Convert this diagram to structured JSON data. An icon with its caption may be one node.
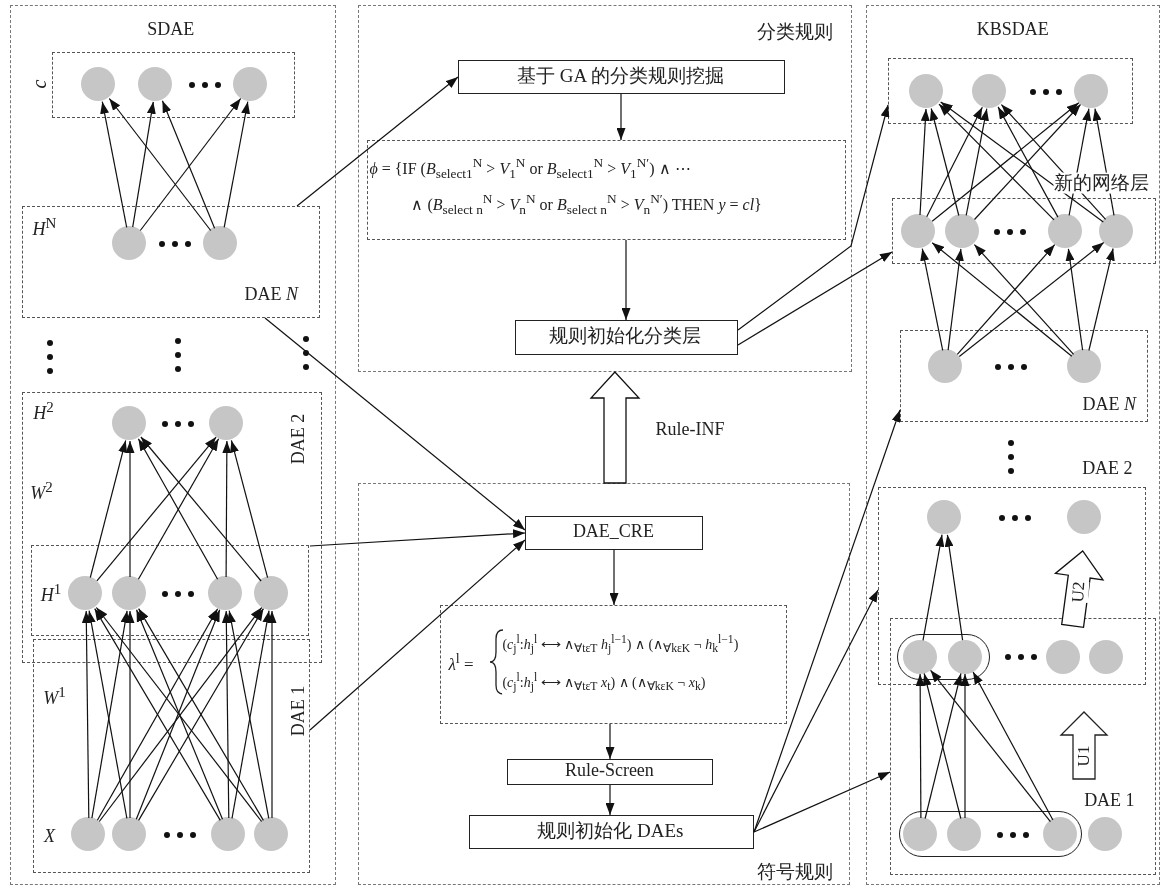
{
  "diagram": {
    "nodes": [
      {
        "text": [
          "SDAE"
        ]
      },
      {
        "text": [
          "c"
        ],
        "in": 0
      },
      {
        "text": [],
        "shape": "circle",
        "in": 1
      },
      {
        "text": [],
        "shape": "circle",
        "in": 1
      },
      {
        "text": [],
        "shape": "circle",
        "in": 1
      },
      {
        "text": [
          "*H*$^{N}$",
          "DAE *N*"
        ],
        "in": 0
      },
      {
        "text": [],
        "shape": "circle",
        "in": 5
      },
      {
        "text": [],
        "shape": "circle",
        "in": 5
      },
      {
        "text": [
          "*H*$^{2}$",
          "*W*$^{2}$",
          "DAE 2"
        ],
        "in": 0
      },
      {
        "text": [],
        "shape": "circle",
        "in": 8
      },
      {
        "text": [],
        "shape": "circle",
        "in": 8
      },
      {
        "text": [
          "*H*$^{1}$"
        ],
        "in": 8
      },
      {
        "text": [],
        "shape": "circle",
        "in": 11
      },
      {
        "text": [],
        "shape": "circle",
        "in": 11
      },
      {
        "text": [],
        "shape": "circle",
        "in": 11
      },
      {
        "text": [],
        "shape": "circle",
        "in": 11
      },
      {
        "text": [
          "*W*$^{1}$",
          "*X*",
          "DAE 1"
        ],
        "in": 0
      },
      {
        "text": [],
        "shape": "circle",
        "in": 16
      },
      {
        "text": [],
        "shape": "circle",
        "in": 16
      },
      {
        "text": [],
        "shape": "circle",
        "in": 16
      },
      {
        "text": [],
        "shape": "circle",
        "in": 16
      },
      {
        "text": [
          "分类规则"
        ]
      },
      {
        "text": [
          "基于 GA 的分类规则挖掘"
        ],
        "in": 21
      },
      {
        "text": [
          "*ϕ* = {IF (*B*$_{select1}$$^{N}$ > *V*$_{1}$$^{N}$ or *B*$_{select1}$$^{N}$ > *V*$_{1}$$^{N′}$) ∧ ⋯",
          "∧ (*B*$_{select n}$$^{N}$ > *V*$_{n}$$^{N}$ or *B*$_{select n}$$^{N}$ > *V*$_{n}$$^{N′}$) THEN *y* = *cl*}"
        ],
        "in": 21
      },
      {
        "text": [
          "规则初始化分类层"
        ],
        "in": 21
      },
      {
        "text": [
          "符号规则"
        ]
      },
      {
        "text": [
          "DAE_CRE"
        ],
        "in": 25
      },
      {
        "text": [
          "*λ*$^{l}$ =",
          "(*c*$_{j}$$^{l}$:*h*$_{j}$$^{l}$ ⟷ ∧$_{∀tεT}$ *h*$_{j}$$^{l−1}$) ∧ (∧$_{∀kεK}$ ¬ *h*$_{k}$$^{l−1}$)",
          "(*c*$_{j}$$^{l}$:*h*$_{j}$$^{l}$ ⟷ ∧$_{∀tεT}$ *x*$_{t}$) ∧ (∧$_{∀kεK}$ ¬ *x*$_{k}$)"
        ],
        "in": 25
      },
      {
        "text": [
          "Rule-Screen"
        ],
        "in": 25
      },
      {
        "text": [
          "规则初始化 DAEs"
        ],
        "in": 25
      },
      {
        "text": [
          "KBSDAE"
        ]
      },
      {
        "text": [],
        "shape": "box",
        "in": 30
      },
      {
        "text": [],
        "shape": "circle",
        "in": 31
      },
      {
        "text": [],
        "shape": "circle",
        "in": 31
      },
      {
        "text": [],
        "shape": "circle",
        "in": 31
      },
      {
        "text": [
          "新的网络层"
        ],
        "in": 30
      },
      {
        "text": [],
        "shape": "circle",
        "in": 35
      },
      {
        "text": [],
        "shape": "circle",
        "in": 35
      },
      {
        "text": [],
        "shape": "circle",
        "in": 35
      },
      {
        "text": [],
        "shape": "circle",
        "in": 35
      },
      {
        "text": [
          "DAE *N*"
        ],
        "in": 30
      },
      {
        "text": [],
        "shape": "circle",
        "in": 40
      },
      {
        "text": [],
        "shape": "circle",
        "in": 40
      },
      {
        "text": [
          "DAE 2"
        ],
        "in": 30
      },
      {
        "text": [],
        "shape": "circle",
        "in": 43
      },
      {
        "text": [],
        "shape": "circle",
        "in": 43
      },
      {
        "text": [
          "DAE 1"
        ],
        "in": 30
      },
      {
        "text": [],
        "shape": "capsule"
      },
      {
        "text": [],
        "shape": "circle",
        "in": 47
      },
      {
        "text": [],
        "shape": "circle",
        "in": 47
      },
      {
        "text": [],
        "shape": "circle"
      },
      {
        "text": [],
        "shape": "circle"
      },
      {
        "text": [],
        "shape": "capsule",
        "in": 46
      },
      {
        "text": [],
        "shape": "circle",
        "in": 52
      },
      {
        "text": [],
        "shape": "circle",
        "in": 52
      },
      {
        "text": [],
        "shape": "circle",
        "in": 52
      },
      {
        "text": [],
        "shape": "circle",
        "in": 46
      }
    ],
    "edges": [
      {
        "from": 5,
        "to": 22,
        "arrow": "to"
      },
      {
        "from": 5,
        "to": 26,
        "arrow": "to"
      },
      {
        "from": 11,
        "to": 26,
        "arrow": "to"
      },
      {
        "from": 16,
        "to": 26,
        "arrow": "to"
      },
      {
        "from": 22,
        "to": 23,
        "arrow": "to"
      },
      {
        "from": 23,
        "to": 24,
        "arrow": "to"
      },
      {
        "from": 24,
        "to": 31,
        "arrow": "to"
      },
      {
        "from": 24,
        "to": 35,
        "arrow": "to"
      },
      {
        "from": 25,
        "to": 21,
        "arrow": "to",
        "style": "thick",
        "label": "Rule-INF"
      },
      {
        "from": 26,
        "to": 27,
        "arrow": "to"
      },
      {
        "from": 27,
        "to": 28,
        "arrow": "to"
      },
      {
        "from": 28,
        "to": 29,
        "arrow": "to"
      },
      {
        "from": 29,
        "to": 40,
        "arrow": "to"
      },
      {
        "from": 29,
        "to": 43,
        "arrow": "to"
      },
      {
        "from": 29,
        "to": 46,
        "arrow": "to"
      },
      {
        "from": 6,
        "to": 2,
        "arrow": "to"
      },
      {
        "from": 6,
        "to": 3,
        "arrow": "to"
      },
      {
        "from": 6,
        "to": 4,
        "arrow": "to"
      },
      {
        "from": 7,
        "to": 2,
        "arrow": "to"
      },
      {
        "from": 7,
        "to": 3,
        "arrow": "to"
      },
      {
        "from": 7,
        "to": 4,
        "arrow": "to"
      },
      {
        "from": 12,
        "to": 9,
        "arrow": "to"
      },
      {
        "from": 12,
        "to": 10,
        "arrow": "to"
      },
      {
        "from": 13,
        "to": 9,
        "arrow": "to"
      },
      {
        "from": 13,
        "to": 10,
        "arrow": "to"
      },
      {
        "from": 14,
        "to": 9,
        "arrow": "to"
      },
      {
        "from": 14,
        "to": 10,
        "arrow": "to"
      },
      {
        "from": 15,
        "to": 9,
        "arrow": "to"
      },
      {
        "from": 15,
        "to": 10,
        "arrow": "to"
      },
      {
        "from": 17,
        "to": 12,
        "arrow": "to"
      },
      {
        "from": 17,
        "to": 13,
        "arrow": "to"
      },
      {
        "from": 17,
        "to": 14,
        "arrow": "to"
      },
      {
        "from": 17,
        "to": 15,
        "arrow": "to"
      },
      {
        "from": 18,
        "to": 12,
        "arrow": "to"
      },
      {
        "from": 18,
        "to": 13,
        "arrow": "to"
      },
      {
        "from": 18,
        "to": 14,
        "arrow": "to"
      },
      {
        "from": 18,
        "to": 15,
        "arrow": "to"
      },
      {
        "from": 19,
        "to": 12,
        "arrow": "to"
      },
      {
        "from": 19,
        "to": 13,
        "arrow": "to"
      },
      {
        "from": 19,
        "to": 14,
        "arrow": "to"
      },
      {
        "from": 19,
        "to": 15,
        "arrow": "to"
      },
      {
        "from": 20,
        "to": 12,
        "arrow": "to"
      },
      {
        "from": 20,
        "to": 13,
        "arrow": "to"
      },
      {
        "from": 20,
        "to": 14,
        "arrow": "to"
      },
      {
        "from": 20,
        "to": 15,
        "arrow": "to"
      },
      {
        "from": 36,
        "to": 32,
        "arrow": "to"
      },
      {
        "from": 36,
        "to": 33,
        "arrow": "to"
      },
      {
        "from": 36,
        "to": 34,
        "arrow": "to"
      },
      {
        "from": 37,
        "to": 32,
        "arrow": "to"
      },
      {
        "from": 37,
        "to": 33,
        "arrow": "to"
      },
      {
        "from": 37,
        "to": 34,
        "arrow": "to"
      },
      {
        "from": 38,
        "to": 32,
        "arrow": "to"
      },
      {
        "from": 38,
        "to": 33,
        "arrow": "to"
      },
      {
        "from": 38,
        "to": 34,
        "arrow": "to"
      },
      {
        "from": 39,
        "to": 32,
        "arrow": "to"
      },
      {
        "from": 39,
        "to": 33,
        "arrow": "to"
      },
      {
        "from": 39,
        "to": 34,
        "arrow": "to"
      },
      {
        "from": 41,
        "to": 36,
        "arrow": "to"
      },
      {
        "from": 41,
        "to": 37,
        "arrow": "to"
      },
      {
        "from": 41,
        "to": 38,
        "arrow": "to"
      },
      {
        "from": 41,
        "to": 39,
        "arrow": "to"
      },
      {
        "from": 42,
        "to": 36,
        "arrow": "to"
      },
      {
        "from": 42,
        "to": 37,
        "arrow": "to"
      },
      {
        "from": 42,
        "to": 38,
        "arrow": "to"
      },
      {
        "from": 42,
        "to": 39,
        "arrow": "to"
      },
      {
        "from": 48,
        "to": 44,
        "arrow": "to"
      },
      {
        "from": 49,
        "to": 44,
        "arrow": "to"
      },
      {
        "from": 53,
        "to": 48,
        "arrow": "to"
      },
      {
        "from": 53,
        "to": 49,
        "arrow": "to"
      },
      {
        "from": 54,
        "to": 48,
        "arrow": "to"
      },
      {
        "from": 54,
        "to": 49,
        "arrow": "to"
      },
      {
        "from": 55,
        "to": 48,
        "arrow": "to"
      },
      {
        "from": 55,
        "to": 49,
        "arrow": "to"
      },
      {
        "from": 50,
        "to": 45,
        "arrow": "to",
        "style": "thick",
        "label": "U2"
      }
    ],
    "labels": [
      "U1"
    ]
  }
}
